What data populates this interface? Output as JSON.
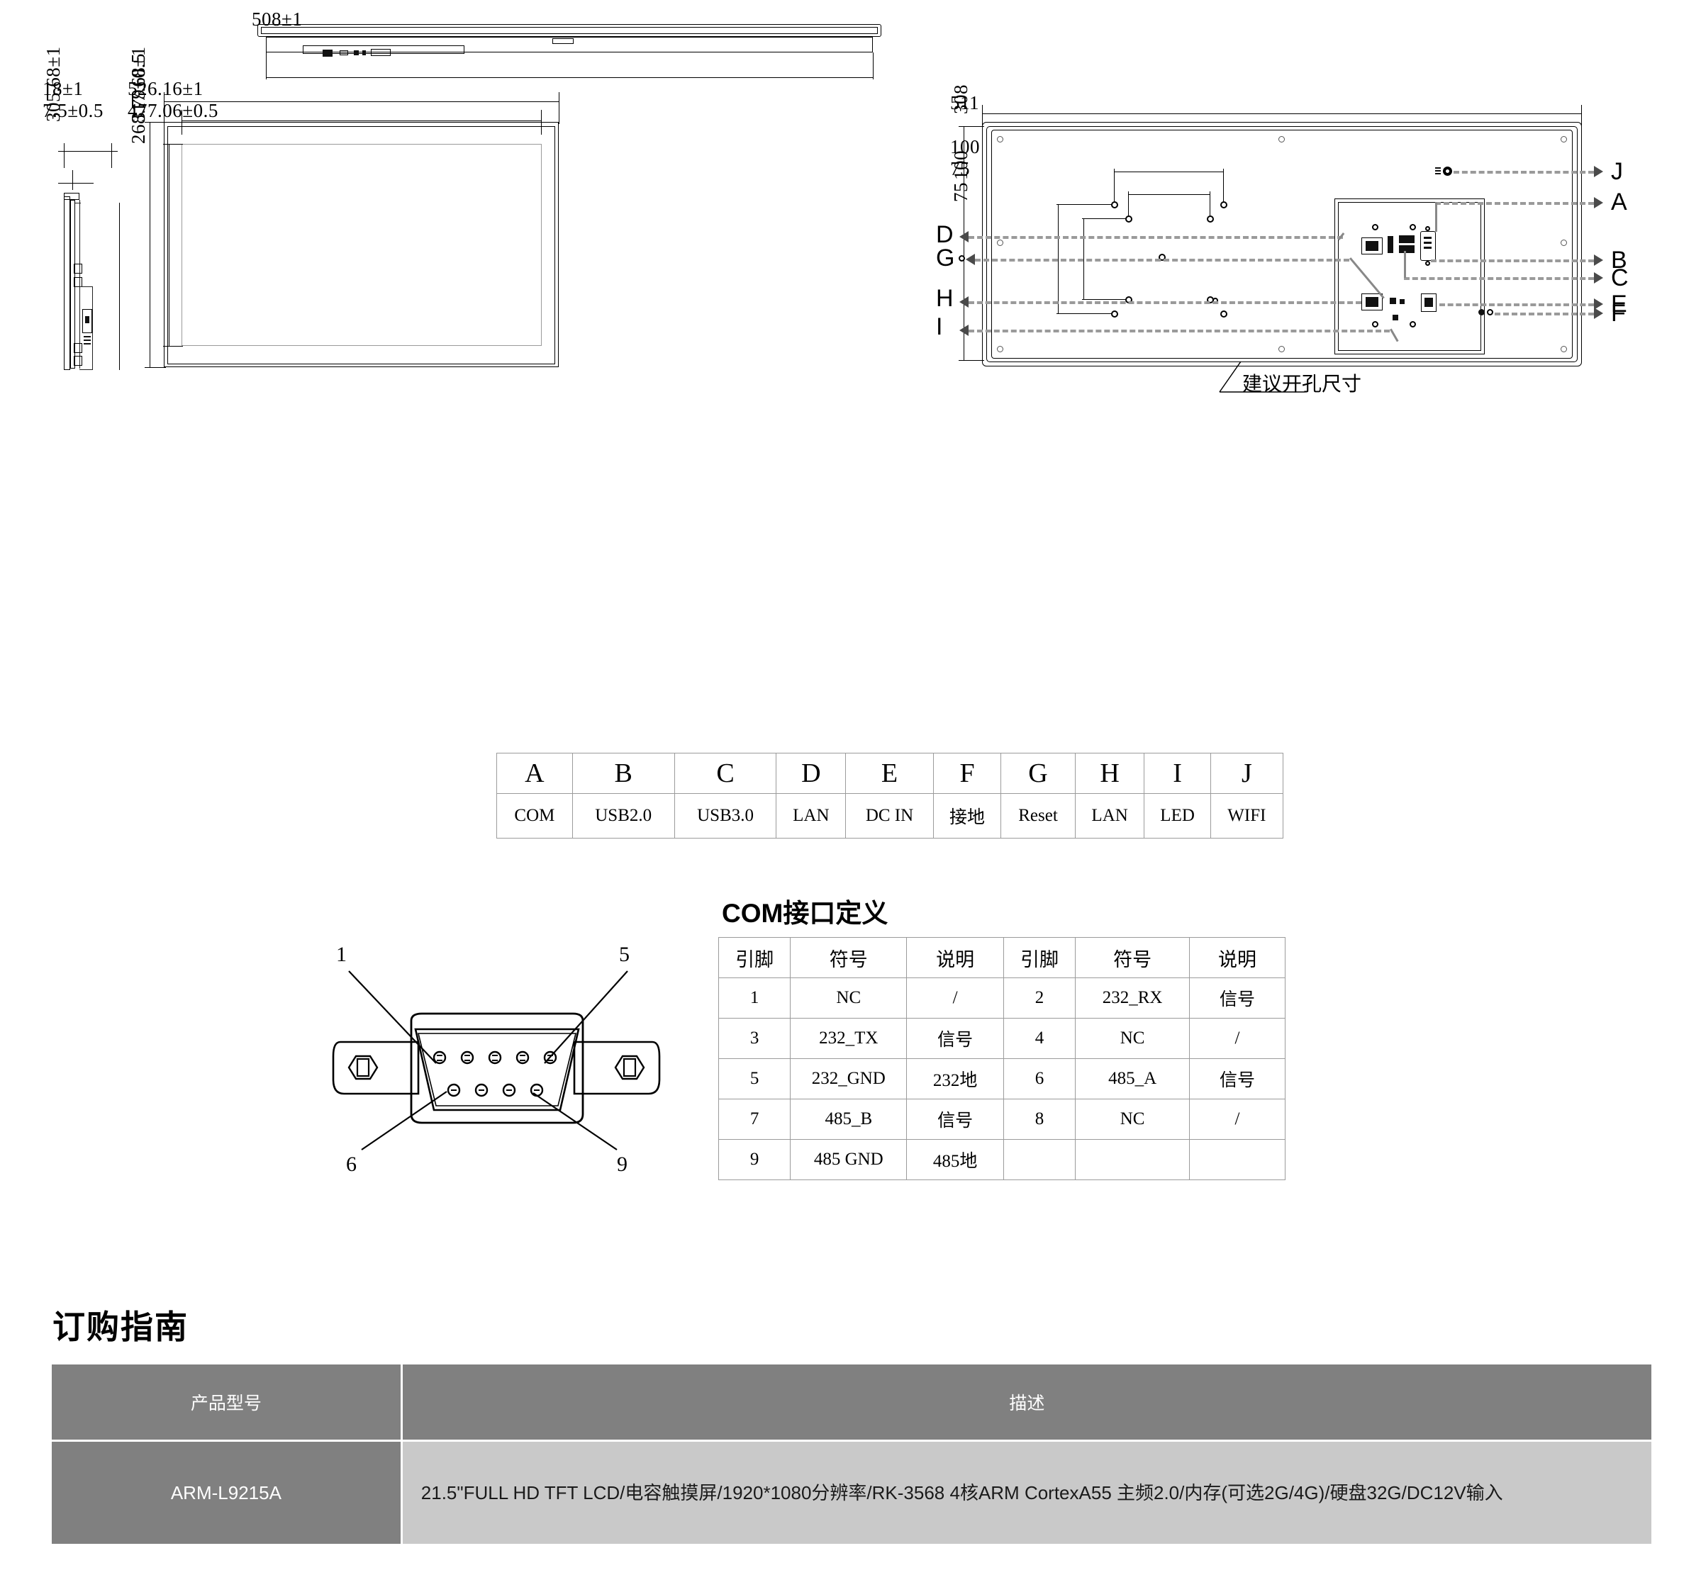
{
  "drawings": {
    "top_view": {
      "dimension": "508±1"
    },
    "side_view": {
      "depth_total": "18±1",
      "depth_front": "7.5±0.5",
      "height_active": "305.68±1"
    },
    "front_view": {
      "width_outer": "526.16±1",
      "width_active": "477.06±0.5",
      "height_outer": "317.68±1",
      "height_active": "268.79±0.5"
    },
    "back_view": {
      "width": "511",
      "height": "308",
      "vesa_h_outer": "100",
      "vesa_h_inner": "75",
      "vesa_v_outer": "100",
      "vesa_v_inner": "75",
      "cutout_note": "建议开孔尺寸",
      "callouts_right": [
        "J",
        "A",
        "B",
        "C",
        "E",
        "F"
      ],
      "callouts_left": [
        "D",
        "G",
        "H",
        "I"
      ]
    }
  },
  "legend_table": {
    "letters": [
      "A",
      "B",
      "C",
      "D",
      "E",
      "F",
      "G",
      "H",
      "I",
      "J"
    ],
    "names": [
      "COM",
      "USB2.0",
      "USB3.0",
      "LAN",
      "DC IN",
      "接地",
      "Reset",
      "LAN",
      "LED",
      "WIFI"
    ]
  },
  "com_section": {
    "title": "COM接口定义",
    "connector_pin_labels": [
      "1",
      "5",
      "6",
      "9"
    ],
    "headers": [
      "引脚",
      "符号",
      "说明",
      "引脚",
      "符号",
      "说明"
    ],
    "rows": [
      [
        "1",
        "NC",
        "/",
        "2",
        "232_RX",
        "信号"
      ],
      [
        "3",
        "232_TX",
        "信号",
        "4",
        "NC",
        "/"
      ],
      [
        "5",
        "232_GND",
        "232地",
        "6",
        "485_A",
        "信号"
      ],
      [
        "7",
        "485_B",
        "信号",
        "8",
        "NC",
        "/"
      ],
      [
        "9",
        "485 GND",
        "485地",
        "",
        "",
        ""
      ]
    ]
  },
  "ordering_guide": {
    "title": "订购指南",
    "headers": [
      "产品型号",
      "描述"
    ],
    "rows": [
      {
        "model": "ARM-L9215A",
        "description": "21.5\"FULL HD TFT LCD/电容触摸屏/1920*1080分辨率/RK-3568 4核ARM CortexA55 主频2.0/内存(可选2G/4G)/硬盘32G/DC12V输入"
      }
    ]
  },
  "colors": {
    "header_gray": "#808080",
    "cell_gray": "#c9c9c9",
    "table_border": "#9b9b9b",
    "leader_gray": "#9a9a9a"
  }
}
